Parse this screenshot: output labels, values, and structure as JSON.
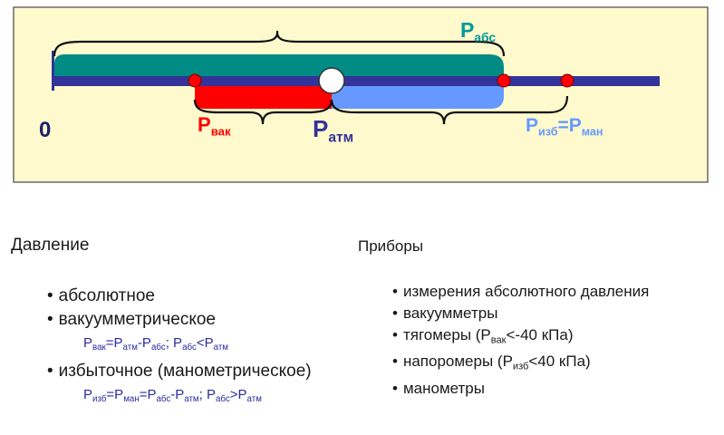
{
  "diagram": {
    "zero_label": "0",
    "labels": {
      "p_abs": {
        "main": "P",
        "sub": "абс"
      },
      "p_vac": {
        "main": "P",
        "sub": "вак"
      },
      "p_atm": {
        "main": "P",
        "sub": "атм"
      },
      "p_gauge": {
        "main1": "P",
        "sub1": "изб",
        "eq": "=",
        "main2": "P",
        "sub2": "ман"
      }
    },
    "colors": {
      "panel_bg": "#fffacd",
      "axis": "#333399",
      "abs_band": "#008b84",
      "vac_band": "#ff0000",
      "gauge_band": "#6699ff",
      "point": "#ff0000",
      "atm_point": "#ffffff",
      "zero": "#1e1e6e",
      "abs_label": "#009999",
      "vac_label": "#ff0000",
      "atm_label": "#333399",
      "gauge_label": "#6699ff"
    }
  },
  "pressure": {
    "heading": "Давление",
    "items": [
      {
        "text": "абсолютное"
      },
      {
        "text": "вакуумметрическое"
      },
      {
        "text": "избыточное (манометрическое)"
      }
    ],
    "formula_vac": [
      {
        "t": "P"
      },
      {
        "s": "вак"
      },
      {
        "t": "=P"
      },
      {
        "s": "атм"
      },
      {
        "t": "-P"
      },
      {
        "s": "абс"
      },
      {
        "t": "; P"
      },
      {
        "s": "абс"
      },
      {
        "t": "<P"
      },
      {
        "s": "атм"
      }
    ],
    "formula_gauge": [
      {
        "t": "P"
      },
      {
        "s": "изб"
      },
      {
        "t": "=P"
      },
      {
        "s": "ман"
      },
      {
        "t": "=P"
      },
      {
        "s": "абс"
      },
      {
        "t": "-P"
      },
      {
        "s": "атм"
      },
      {
        "t": "; P"
      },
      {
        "s": "абс"
      },
      {
        "t": ">P"
      },
      {
        "s": "атм"
      }
    ]
  },
  "devices": {
    "heading": "Приборы",
    "items": [
      {
        "text": "измерения абсолютного давления"
      },
      {
        "text": "вакуумметры"
      },
      {
        "pre": "тягомеры (P",
        "sub": "вак",
        "post": "<-40 кПа)"
      },
      {
        "pre": "напоромеры (P",
        "sub": "изб",
        "post": "<40 кПа)"
      },
      {
        "text": "манометры"
      }
    ]
  }
}
